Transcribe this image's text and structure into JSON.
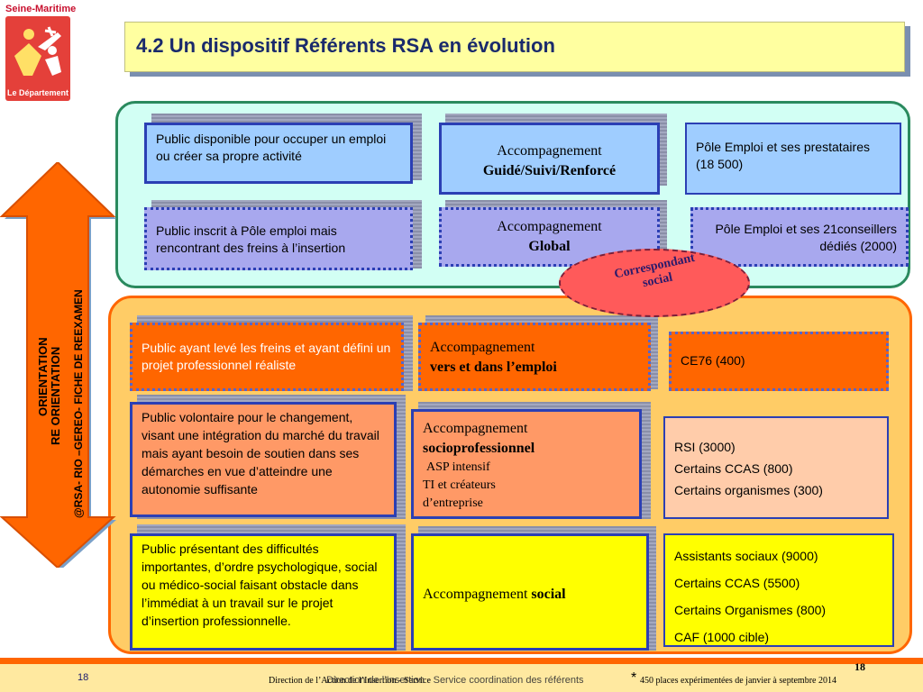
{
  "logo": {
    "top_text": "Seine-Maritime",
    "bottom_text": "Le Département"
  },
  "title": "4.2 Un dispositif Référents RSA en évolution",
  "arrow": {
    "line1": "ORIENTATION",
    "line2": "RE ORIENTATION",
    "line3": "@RSA- RIO –GEREO- FICHE DE REEXAMEN"
  },
  "rows": [
    {
      "public": "Public disponible pour occuper un emploi ou créer sa propre activité",
      "accomp_prefix": "Accompagnement",
      "accomp_bold": "Guidé/Suivi/Renforcé",
      "referents": [
        "Pôle Emploi et ses prestataires (18 500)"
      ]
    },
    {
      "public": "Public inscrit à Pôle emploi mais rencontrant des freins à l’insertion",
      "accomp_prefix": "Accompagnement",
      "accomp_bold": "Global",
      "referents": [
        "Pôle Emploi et ses 21conseillers dédiés (2000)"
      ]
    },
    {
      "public": "Public ayant levé les freins et ayant défini un projet professionnel réaliste",
      "accomp_prefix": "Accompagnement",
      "accomp_bold": "vers et dans l’emploi",
      "referents": [
        "CE76 (400)"
      ]
    },
    {
      "public": "Public volontaire pour le changement, visant une intégration du marché du travail mais ayant besoin de soutien dans ses démarches en vue d’atteindre une autonomie suffisante",
      "accomp_prefix": "Accompagnement",
      "accomp_bold": "socioprofessionnel",
      "accomp_sub": [
        "ASP intensif",
        "TI et créateurs",
        "d’entreprise"
      ],
      "referents": [
        "RSI (3000)",
        "Certains CCAS (800)",
        "Certains organismes (300)"
      ]
    },
    {
      "public": "Public présentant des difficultés importantes, d’ordre psychologique, social ou médico-social faisant obstacle dans l’immédiat à un travail sur le projet d’insertion professionnelle.",
      "accomp_prefix": "Accompagnement",
      "accomp_bold": "social",
      "referents": [
        "Assistants sociaux (9000)",
        "Certains CCAS (5500)",
        "Certains Organismes (800)",
        "CAF (1000 cible)"
      ]
    }
  ],
  "ellipse": "Correspondant social",
  "footer": {
    "page_left": "18",
    "direction_a": "Direction de l’Action de l’Insertion - Service",
    "direction_b": "Direction de l’Insertion - Service coordination des référents",
    "star": "*",
    "note": "450 places expérimentées de janvier à septembre 2014",
    "page_right": "18"
  },
  "colors": {
    "title_bg": "#ffffa0",
    "title_text": "#1a2a6c",
    "top_region": "#d2fff4",
    "bottom_region": "#ffcc66",
    "arrow": "#ff6600",
    "border_blue": "#2b3fb4"
  }
}
